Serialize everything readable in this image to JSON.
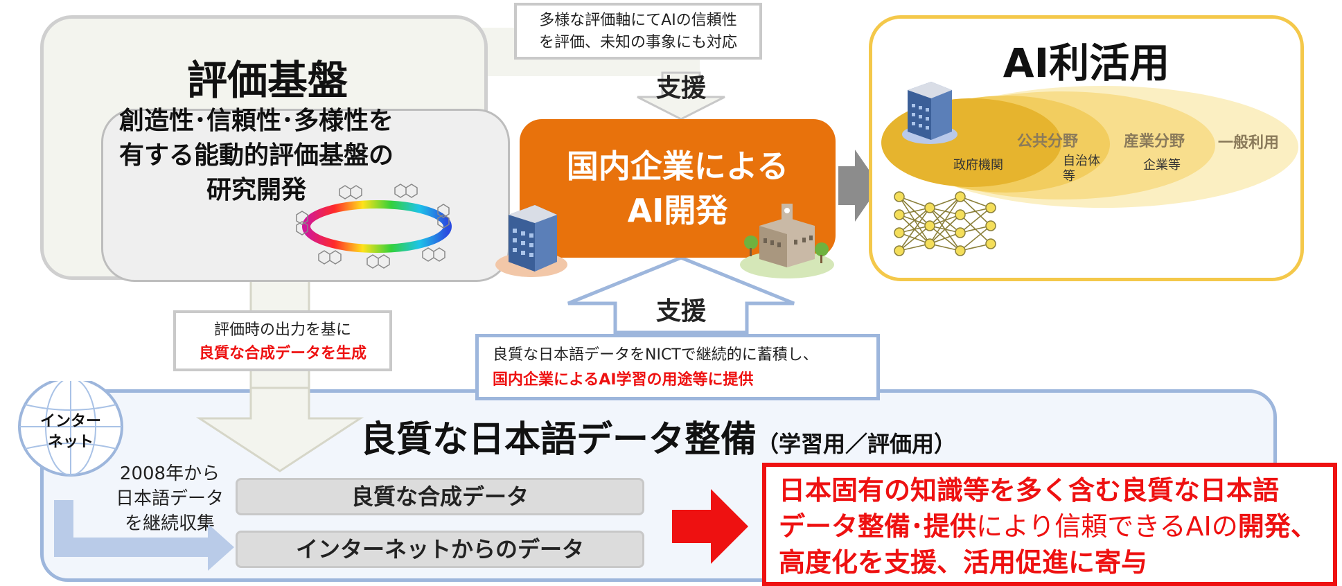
{
  "eval_platform": {
    "title": "評価基盤",
    "description_lines": [
      "創造性･信頼性･多様性を",
      "有する能動的評価基盤の",
      "研究開発"
    ]
  },
  "top_callout": {
    "lines": [
      "多様な評価軸にてAIの信頼性",
      "を評価、未知の事象にも対応"
    ]
  },
  "support_top": "支援",
  "domestic_dev": {
    "lines": [
      "国内企業による",
      "AI開発"
    ]
  },
  "ai_use": {
    "title": "AI利活用",
    "fields": [
      "公共分野",
      "産業分野",
      "一般利用"
    ],
    "sub_labels": {
      "government": "政府機関",
      "municipality": [
        "自治体",
        "等"
      ],
      "companies": "企業等"
    }
  },
  "support_bottom": "支援",
  "synthetic_callout": {
    "line1": "評価時の出力を基に",
    "line2_red": "良質な合成データを生成"
  },
  "nict_callout": {
    "line1": "良質な日本語データをNICTで継続的に蓄積し、",
    "line2_red": "国内企業によるAI学習の用途等に提供"
  },
  "internet": {
    "label_lines": [
      "インター",
      "ネット"
    ],
    "collection_lines": [
      "2008年から",
      "日本語データ",
      "を継続収集"
    ]
  },
  "data_section": {
    "title": "良質な日本語データ整備",
    "subtitle": "（学習用／評価用）",
    "items": [
      "良質な合成データ",
      "インターネットからのデータ"
    ]
  },
  "conclusion": {
    "line1": "日本固有の知識等を多く含む良質な日本語",
    "line2_bold": "データ整備･提供",
    "line2_plain": "により信頼できるAIの",
    "line2_bold_end": "開発、",
    "line3": "高度化を支援、活用促進に寄与"
  },
  "colors": {
    "orange": "#e8720c",
    "yellow_border": "#f4c84a",
    "blue_border": "#9db6dc",
    "red": "#ee1111"
  },
  "icons": [
    "building-icon",
    "campus-icon",
    "ring-spectrum-icon",
    "neural-network-icon",
    "globe-icon",
    "red-arrow-icon"
  ]
}
